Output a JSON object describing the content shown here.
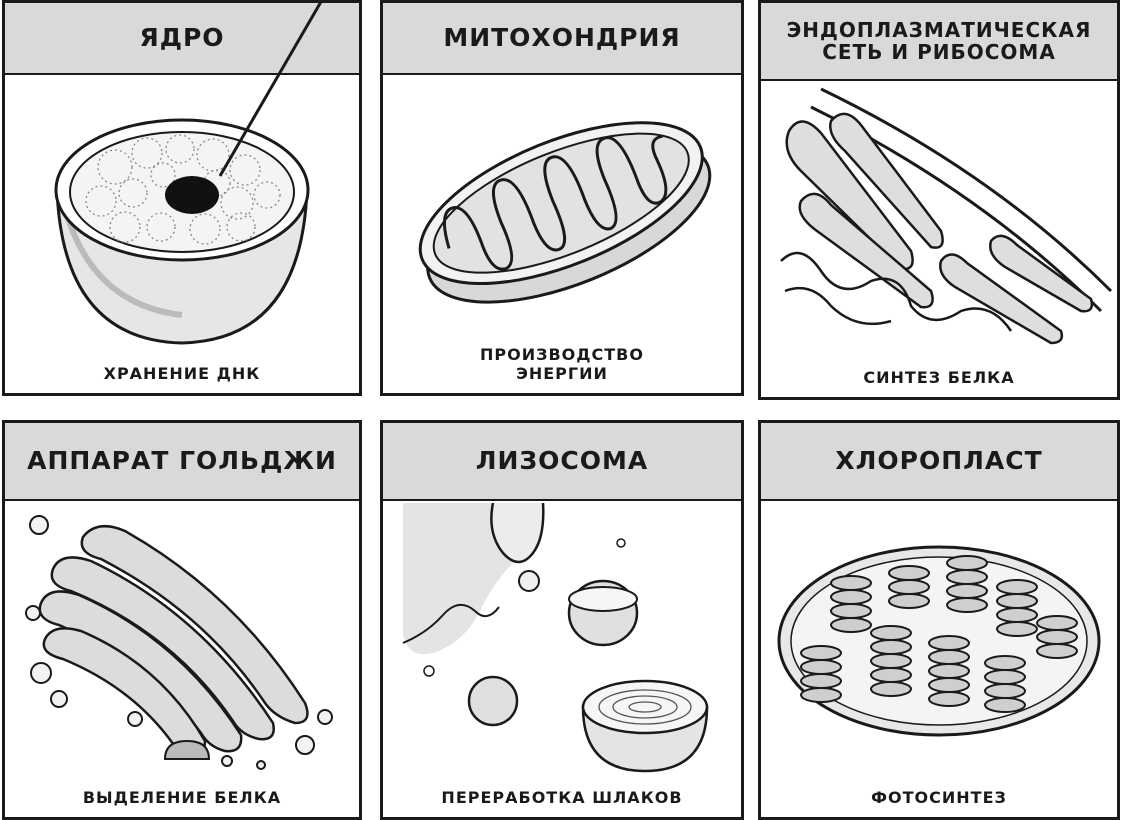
{
  "panels": [
    {
      "title": "ЯДРО",
      "caption": "ХРАНЕНИЕ ДНК"
    },
    {
      "title": "МИТОХОНДРИЯ",
      "caption": "ПРОИЗВОДСТВО ЭНЕРГИИ"
    },
    {
      "title": "ЭНДОПЛАЗМАТИЧЕСКАЯ СЕТЬ И РИБОСОМА",
      "caption": "СИНТЕЗ БЕЛКА"
    },
    {
      "title": "АППАРАТ ГОЛЬДЖИ",
      "caption": "ВЫДЕЛЕНИЕ БЕЛКА"
    },
    {
      "title": "ЛИЗОСОМА",
      "caption": "ПЕРЕРАБОТКА ШЛАКОВ"
    },
    {
      "title": "ХЛОРОПЛАСТ",
      "caption": "ФОТОСИНТЕЗ"
    }
  ]
}
